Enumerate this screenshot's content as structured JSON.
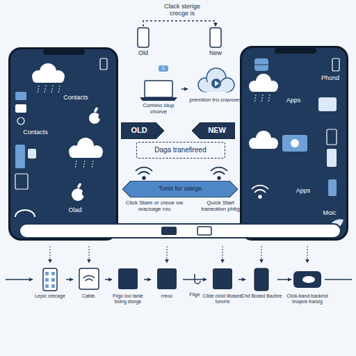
{
  "diagram": {
    "nodes": [
      {
        "text": [
          "Contacts",
          "Contacts",
          "Olad"
        ]
      },
      {
        "text": [
          "Apps",
          "Phond",
          "Apps",
          "Moic"
        ]
      },
      {
        "text": [
          "Old"
        ]
      },
      {
        "text": [
          "New"
        ]
      },
      {
        "text": [
          "Comino olup chorve"
        ]
      },
      {
        "text": [
          "premtion tro cravores"
        ]
      },
      {
        "text": [
          "OLD"
        ]
      },
      {
        "text": [
          "NEW"
        ]
      },
      {
        "text": [
          "Daga tranefireed"
        ]
      },
      {
        "text": [
          "Tonis for otarge"
        ]
      },
      {
        "text": [
          "Lepic crecage"
        ]
      },
      {
        "text": [
          "Cable."
        ]
      },
      {
        "text": [
          "Fiigo Ioo tanle boing storge"
        ]
      },
      {
        "text": [
          "rreoo"
        ]
      },
      {
        "text": [
          "Cilde ciold Ilbased tororre"
        ]
      },
      {
        "text": [
          "Chd Boasd Bacbre"
        ]
      },
      {
        "text": [
          "Click-band backmd troqere trarsig"
        ]
      }
    ],
    "edges": [
      {
        "from": 2,
        "to": 3,
        "arrow": "to",
        "label": "Clack sterige crecge is"
      },
      {
        "from": 4,
        "to": 5,
        "arrow": "to"
      },
      {
        "from": 10,
        "to": 11,
        "arrow": "to"
      },
      {
        "from": 11,
        "to": 12,
        "arrow": "to"
      },
      {
        "from": 12,
        "to": 13,
        "arrow": "to"
      },
      {
        "from": 13,
        "to": 14,
        "arrow": "to"
      },
      {
        "from": 14,
        "to": 15,
        "arrow": "to"
      },
      {
        "from": 15,
        "to": 16,
        "arrow": "to"
      }
    ],
    "labels": [
      "1",
      "Click Stare or creoe ow oracsage rou",
      "Quick Start traneotion phtig",
      "Fiige"
    ]
  }
}
